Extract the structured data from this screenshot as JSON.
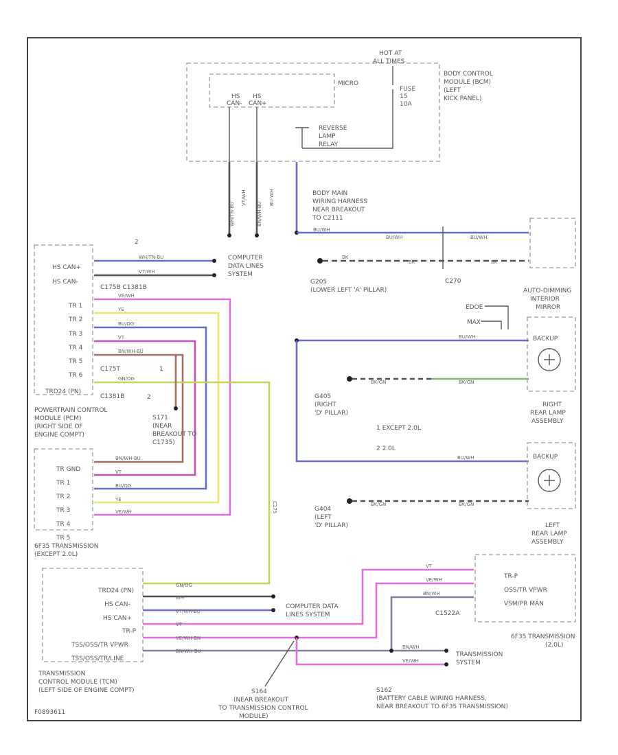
{
  "diagram": {
    "title": "Reverse Lamp Wiring Diagram",
    "body_control_module": [
      "BODY CONTROL",
      "MODULE (BCM)",
      "(LEFT",
      "KICK PANEL)"
    ],
    "hot_at_all_times": [
      "HOT AT",
      "ALL TIMES"
    ],
    "micro": "MICRO",
    "bcm_hs_can_left": [
      "HS",
      "CAN-"
    ],
    "bcm_hs_can_right": [
      "HS",
      "CAN+"
    ],
    "fuse": [
      "FUSE",
      "15",
      "10A"
    ],
    "reverse_lamp_relay": [
      "REVERSE",
      "LAMP",
      "RELAY"
    ],
    "body_main_harness": [
      "BODY MAIN",
      "WIRING HARNESS",
      "NEAR BREAKOUT",
      "TO C2111"
    ],
    "computer_data_lines_top": [
      "COMPUTER",
      "DATA LINES",
      "SYSTEM"
    ],
    "g205": [
      "G205",
      "(LOWER LEFT 'A' PILLAR)"
    ],
    "c270": "C270",
    "auto_dimming_mirror": [
      "AUTO-DIMMING",
      "INTERIOR",
      "MIRROR"
    ],
    "note_code_1": "EDOE",
    "note_code_2": "MAX",
    "backup_lamp": "BACKUP",
    "g405": [
      "G405",
      "(RIGHT",
      "'D' PILLAR)"
    ],
    "g404": [
      "G404",
      "(LEFT",
      "'D' PILLAR)"
    ],
    "right_rear_lamp": [
      "RIGHT",
      "REAR LAMP",
      "ASSEMBLY"
    ],
    "left_rear_lamp": [
      "LEFT",
      "REAR LAMP",
      "ASSEMBLY"
    ],
    "legend_1": "1    EXCEPT 2.0L",
    "legend_2": "2    2.0L",
    "pcm_hs_can_1": "HS CAN+",
    "pcm_hs_can_2": "HS CAN-",
    "pcm_connectors": "C175B    C1381B",
    "pcm_tr_labels": [
      "TR 1",
      "TR 2",
      "TR 3",
      "TR 4",
      "TR 5",
      "TR 6"
    ],
    "trd": "TRD24 (PN)",
    "c175t": "C175T",
    "c1381b": "C1381B",
    "num_1": "1",
    "num_2": "2",
    "star": "2",
    "pcm_label": [
      "POWERTRAIN CONTROL",
      "MODULE (PCM)",
      "(RIGHT SIDE OF",
      "ENGINE COMPT)"
    ],
    "s171": [
      "S171",
      "(NEAR",
      "BREAKOUT TO",
      "C1735)"
    ],
    "tr_switch_labels": [
      "TR GND",
      "TR 1",
      "TR 2",
      "TR 3",
      "TR 4",
      "TR 5"
    ],
    "transmission_except_20": [
      "6F35 TRANSMISSION",
      "(EXCEPT 2.0L)"
    ],
    "c175": "C175",
    "tcm_labels": [
      "TRD24 (PN)",
      "HS CAN-",
      "HS CAN+",
      "TR-P",
      "TSS/OSS/TR VPWR",
      "TSS/OSS/TR/LINE"
    ],
    "tcm_label": [
      "TRANSMISSION",
      "CONTROL MODULE (TCM)",
      "(LEFT SIDE OF ENGINE COMPT)"
    ],
    "computer_data_lines_bottom": [
      "COMPUTER DATA",
      "LINES SYSTEM"
    ],
    "right_box_labels": [
      "TR-P",
      "OSS/TR VPWR",
      "VSM/PR MAN"
    ],
    "c1522a": "C1522A",
    "transmission_20": [
      "6F35 TRANSMISSION",
      "(2.0L)"
    ],
    "transmission_system": [
      "TRANSMISSION",
      "SYSTEM"
    ],
    "s164": [
      "S164",
      "(NEAR BREAKOUT",
      "TO TRANSMISSION CONTROL",
      "MODULE)"
    ],
    "s162": [
      "S162",
      "(BATTERY CABLE WIRING HARNESS,",
      "NEAR BREAKOUT TO 6F35 TRANSMISSION)"
    ],
    "footer_code": "F0893611",
    "wire_labels": {
      "bcm1": "WH/TN-BU",
      "bcm2": "VT/WH",
      "bcm3": "BN/WH-BU",
      "bcm4": "BU-WH",
      "bm1": "BU/WH",
      "bm2": "BU/WH",
      "bm3": "BU/WH",
      "gnd1": "BK",
      "gnd2": "BK",
      "gnd3": "BK",
      "can1": "WH/TN-BU",
      "can2": "VT/WH",
      "tr1": "VE/WH",
      "tr2": "YE",
      "tr3": "BU/OG",
      "tr4": "VT",
      "tr5": "BN/WH-BU",
      "trd": "GN/OG",
      "mir": "BU/WH",
      "g405a": "BK/GN",
      "g405b": "BK/GN",
      "left_bu": "BU/WH",
      "g404a": "BK/GN",
      "g404b": "BK/GN",
      "sw1": "BN/WH-BU",
      "sw2": "VT",
      "sw3": "BU/OG",
      "sw4": "YE",
      "sw5": "VE/WH",
      "tcm1": "GN/OG",
      "tcm2": "WH",
      "tcm3": "VT/WH-BU",
      "tcm4": "VT",
      "tcm5": "VE/WH-BN",
      "tcm6": "BN/WH-BU",
      "rb1": "VT",
      "rb2": "VE/WH",
      "rb3": "BN/WH",
      "ts1": "BN/WH",
      "ts2": "VE/WH"
    }
  }
}
